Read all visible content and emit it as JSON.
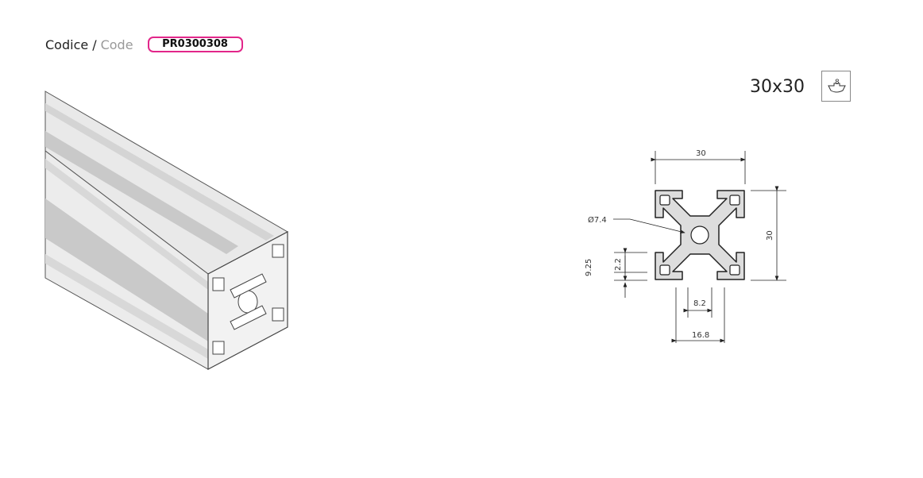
{
  "header": {
    "code_label_it": "Codice",
    "separator": "/",
    "code_label_en": "Code",
    "code_value": "PR0300308"
  },
  "profile": {
    "size": "30x30",
    "slot_icon": "slot-8-icon",
    "slot_number": "8"
  },
  "drawing": {
    "width": "30",
    "height": "30",
    "bore": "Ø7.4",
    "offset": "9.25",
    "lip": "2.2",
    "slot": "8.2",
    "slot_outer": "16.8"
  },
  "colors": {
    "accent": "#e2268a"
  }
}
